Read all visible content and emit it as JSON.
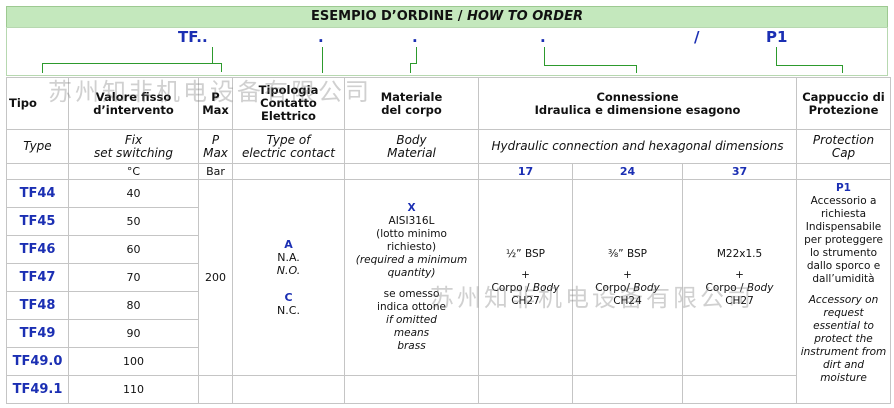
{
  "header": {
    "title_it": "ESEMPIO D’ORDINE / ",
    "title_en": "HOW TO ORDER"
  },
  "code": {
    "part1": "TF..",
    "dot1": ".",
    "dot2": ".",
    "dot3": ".",
    "slash": "/",
    "part5": "P1"
  },
  "watermark": "苏州知非机电设备有限公司",
  "columns_it": {
    "tipo": "Tipo",
    "valore": "Valore fisso\nd’intervento",
    "pmax": "P\nMax",
    "tipologia": "Tipologia\nContatto\nElettrico",
    "materiale": "Materiale\ndel corpo",
    "connessione": "Connessione\nIdraulica e dimensione esagono",
    "cappuccio": "Cappuccio di\nProtezione"
  },
  "columns_en": {
    "type": "Type",
    "fix": "Fix\nset switching",
    "pmax": "P\nMax",
    "contact": "Type of\nelectric contact",
    "body": "Body\nMaterial",
    "hydraulic": "Hydraulic connection and hexagonal dimensions",
    "cap": "Protection\nCap"
  },
  "units": {
    "temp": "°C",
    "pressure": "Bar",
    "conn17": "17",
    "conn24": "24",
    "conn37": "37"
  },
  "rows": [
    {
      "type": "TF44",
      "value": "40"
    },
    {
      "type": "TF45",
      "value": "50"
    },
    {
      "type": "TF46",
      "value": "60"
    },
    {
      "type": "TF47",
      "value": "70"
    },
    {
      "type": "TF48",
      "value": "80"
    },
    {
      "type": "TF49",
      "value": "90"
    },
    {
      "type": "TF49.0",
      "value": "100"
    },
    {
      "type": "TF49.1",
      "value": "110"
    }
  ],
  "pmax_value": "200",
  "contact": {
    "a_code": "A",
    "a_it": "N.A.",
    "a_en": "N.O.",
    "c_code": "C",
    "c_it": "N.C."
  },
  "material": {
    "code": "X",
    "name": "AISI316L",
    "note_it": "(lotto minimo\nrichiesto)",
    "note_en": "(required a minimum\nquantity)",
    "omit_it": "se omesso\nindica ottone",
    "omit_en": "if omitted\nmeans\nbrass"
  },
  "connection": {
    "c17_thread": "½”  BSP",
    "c17_plus": "+",
    "c17_body": "Corpo / ",
    "c17_body_en": "Body",
    "c17_hex": "CH27",
    "c24_thread": "⅜” BSP",
    "c24_plus": "+",
    "c24_body": "Corpo/ ",
    "c24_body_en": "Body",
    "c24_hex": "CH24",
    "c37_thread": "M22x1.5",
    "c37_plus": "+",
    "c37_body": "Corpo / ",
    "c37_body_en": "Body",
    "c37_hex": "CH27"
  },
  "cap": {
    "code": "P1",
    "it": "Accessorio a\nrichiesta\nIndispensabile\nper proteggere\nlo strumento\ndallo sporco e\ndall’umidità",
    "en": "Accessory on\nrequest\nessential to\nprotect the\ninstrument from\ndirt and\nmoisture"
  },
  "colors": {
    "header_bg": "#c4e8bd",
    "code_blue": "#1b2fb3",
    "bracket_green": "#2d9a2d"
  }
}
